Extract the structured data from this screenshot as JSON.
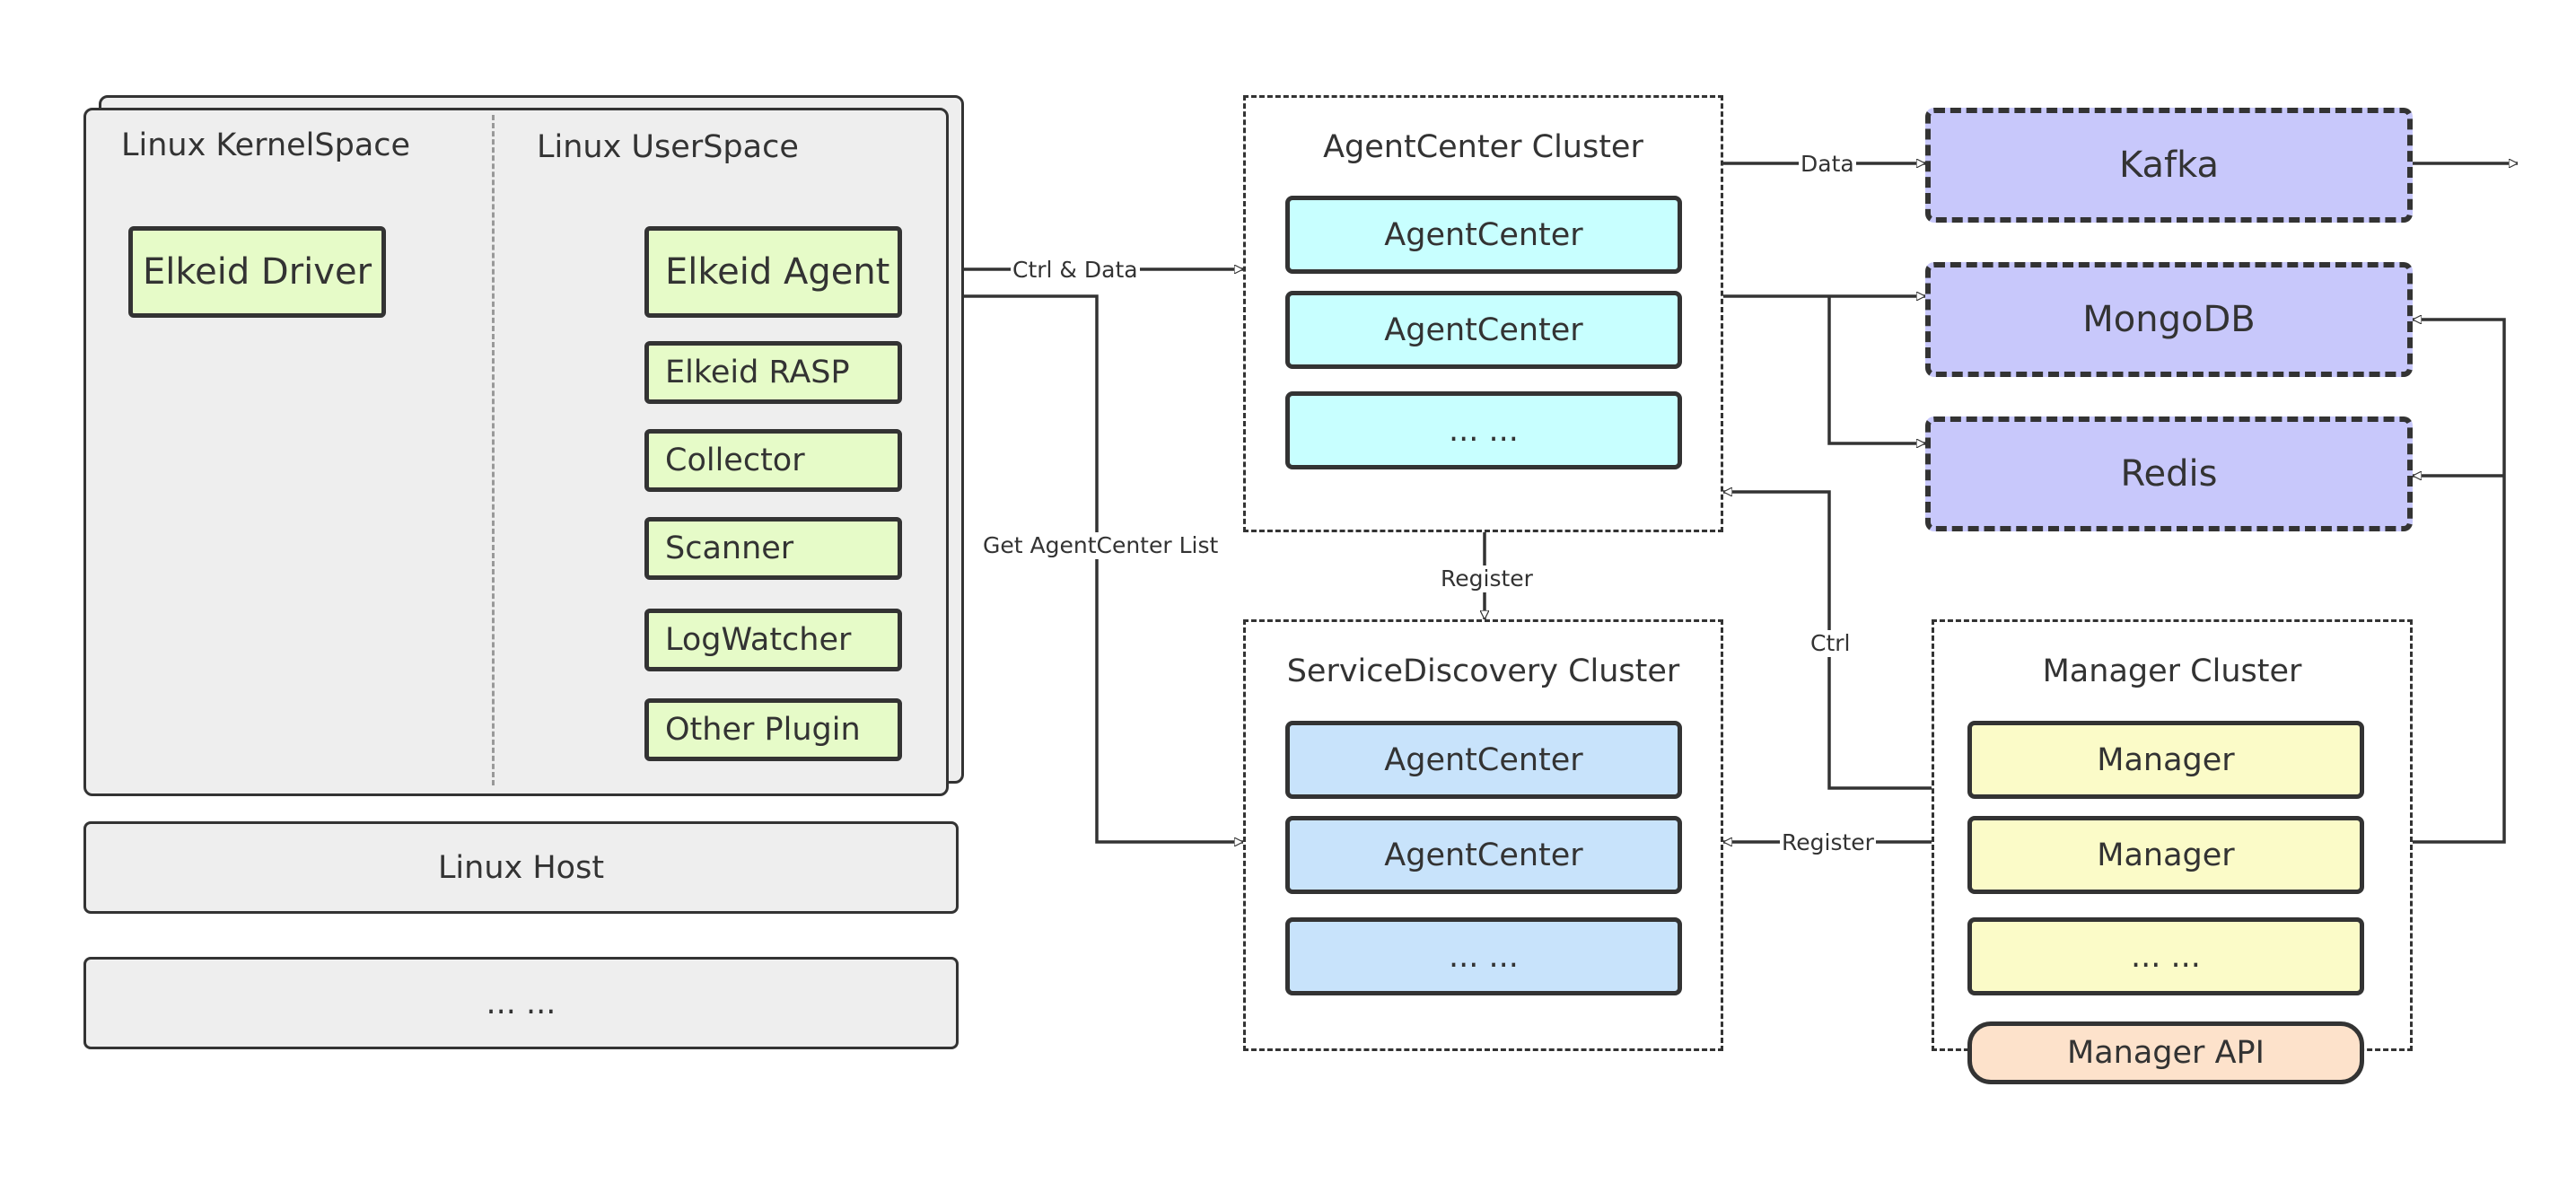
{
  "host_panel": {
    "kernel_title": "Linux KernelSpace",
    "user_title": "Linux UserSpace",
    "driver": "Elkeid Driver",
    "agent": "Elkeid Agent",
    "plugins": [
      "Elkeid RASP",
      "Collector",
      "Scanner",
      "LogWatcher",
      "Other Plugin"
    ]
  },
  "linux_host": "Linux Host",
  "host_more": "... ...",
  "agentcenter_cluster": {
    "title": "AgentCenter Cluster",
    "nodes": [
      "AgentCenter",
      "AgentCenter",
      "... ..."
    ]
  },
  "servicediscovery_cluster": {
    "title": "ServiceDiscovery Cluster",
    "nodes": [
      "AgentCenter",
      "AgentCenter",
      "... ..."
    ]
  },
  "manager_cluster": {
    "title": "Manager Cluster",
    "nodes": [
      "Manager",
      "Manager",
      "... ..."
    ],
    "api": "Manager API"
  },
  "stores": {
    "kafka": "Kafka",
    "mongodb": "MongoDB",
    "redis": "Redis"
  },
  "edge_labels": {
    "ctrl_data": "Ctrl & Data",
    "get_list": "Get AgentCenter List",
    "data": "Data",
    "register_ac": "Register",
    "ctrl": "Ctrl",
    "register_mgr": "Register"
  },
  "colors": {
    "plugin_fill": "#e6fbc8",
    "agentcenter_fill": "#c8ffff",
    "servicediscovery_fill": "#c8e3fb",
    "manager_fill": "#fbfbc8",
    "store_fill": "#c8c8fb",
    "api_fill": "#fde2cb",
    "host_fill": "#eeeeee",
    "stroke": "#333333"
  }
}
